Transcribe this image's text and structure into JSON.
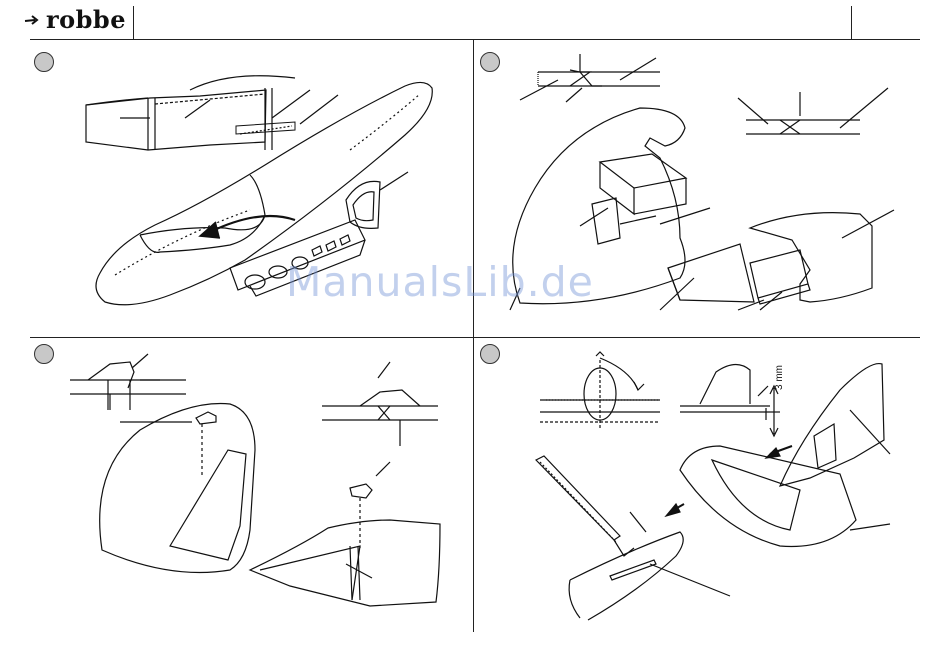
{
  "header": {
    "brand": "robbe"
  },
  "watermark": {
    "text": "ManualsLib.de"
  },
  "dimension_label": "3 mm",
  "icons": [
    "robbe-logo-icon",
    "step-marker-icon"
  ]
}
